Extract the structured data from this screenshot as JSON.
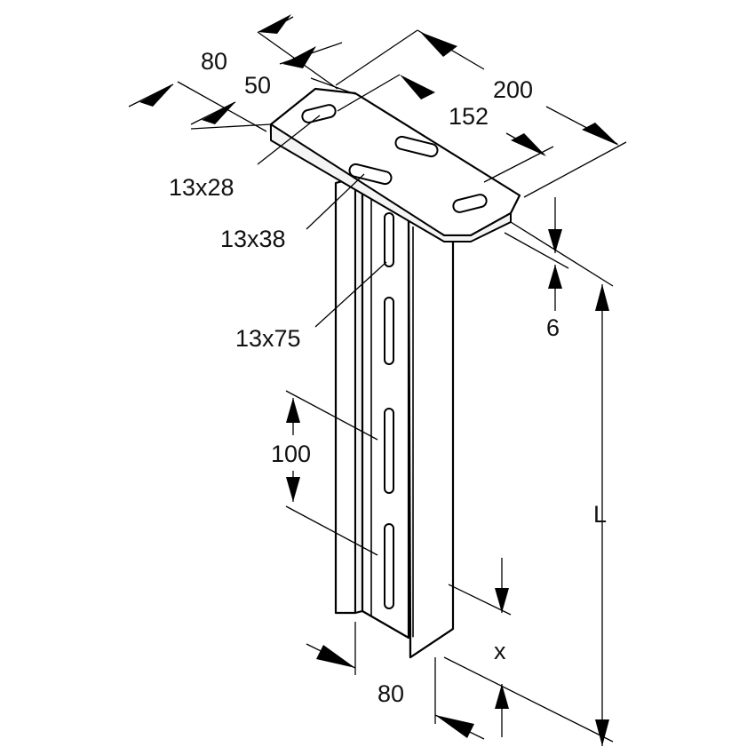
{
  "diagram": {
    "dimensions": {
      "plate_width": "80",
      "slot_pitch_inner": "50",
      "plate_length": "200",
      "slot_spacing": "152",
      "end_slot": "13x28",
      "center_slot": "13x38",
      "profile_slot": "13x75",
      "plate_thickness": "6",
      "slot_pitch": "100",
      "length": "L",
      "end_offset": "x",
      "profile_width": "80"
    }
  }
}
